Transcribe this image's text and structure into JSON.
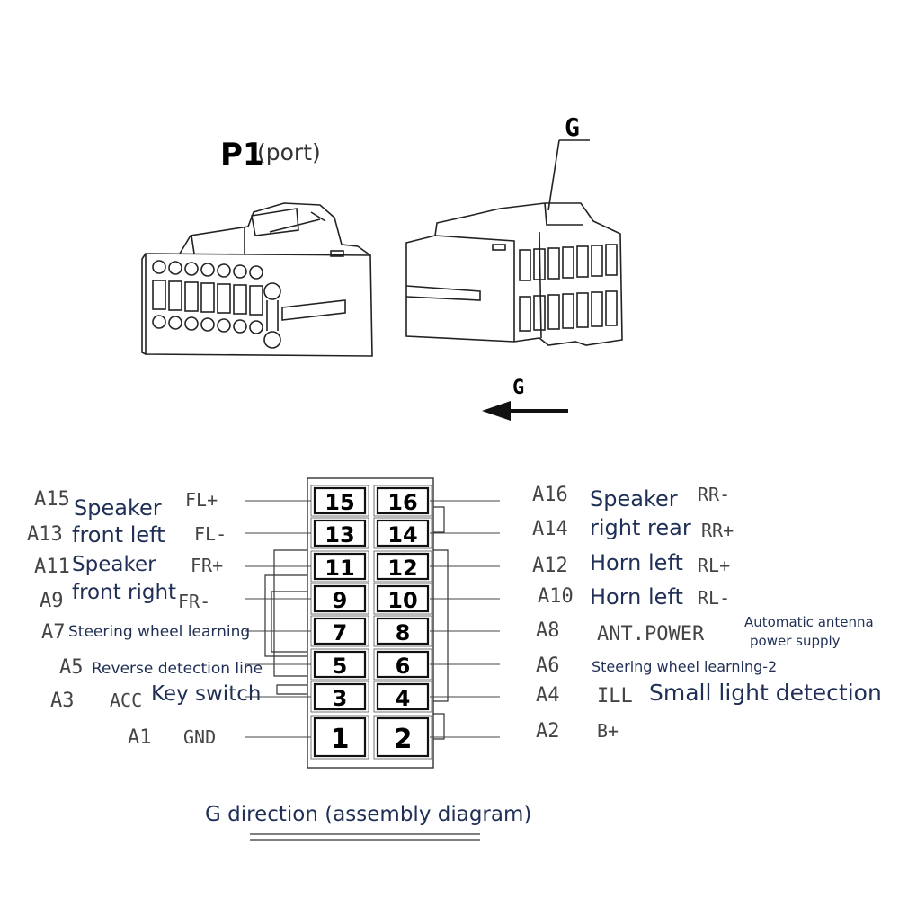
{
  "connector": {
    "name": "P1",
    "name_suffix": "(port)",
    "callout_label": "G",
    "arrow_label": "G"
  },
  "caption": "G direction (assembly diagram)",
  "left_pins": [
    {
      "code": "A15",
      "pin": "15",
      "signal": "FL+",
      "desc": "Speaker"
    },
    {
      "code": "A13",
      "pin": "13",
      "signal": "FL-",
      "desc": "front left"
    },
    {
      "code": "A11",
      "pin": "11",
      "signal": "FR+",
      "desc": "Speaker"
    },
    {
      "code": "A9",
      "pin": "9",
      "signal": "FR-",
      "desc": "front right"
    },
    {
      "code": "A7",
      "pin": "7",
      "signal": "",
      "desc": "Steering wheel learning"
    },
    {
      "code": "A5",
      "pin": "5",
      "signal": "",
      "desc": "Reverse detection line"
    },
    {
      "code": "A3",
      "pin": "3",
      "signal": "ACC",
      "desc": "Key switch"
    },
    {
      "code": "A1",
      "pin": "1",
      "signal": "GND",
      "desc": ""
    }
  ],
  "right_pins": [
    {
      "code": "A16",
      "pin": "16",
      "signal": "RR-",
      "desc": "Speaker"
    },
    {
      "code": "A14",
      "pin": "14",
      "signal": "RR+",
      "desc": "right rear"
    },
    {
      "code": "A12",
      "pin": "12",
      "signal": "RL+",
      "desc": "Horn left"
    },
    {
      "code": "A10",
      "pin": "10",
      "signal": "RL-",
      "desc": "Horn left"
    },
    {
      "code": "A8",
      "pin": "8",
      "signal": "ANT.POWER",
      "desc": "Automatic antenna",
      "desc2": "power supply"
    },
    {
      "code": "A6",
      "pin": "6",
      "signal": "",
      "desc": "Steering wheel learning-2"
    },
    {
      "code": "A4",
      "pin": "4",
      "signal": "ILL",
      "desc": "Small light detection"
    },
    {
      "code": "A2",
      "pin": "2",
      "signal": "B+",
      "desc": ""
    }
  ]
}
